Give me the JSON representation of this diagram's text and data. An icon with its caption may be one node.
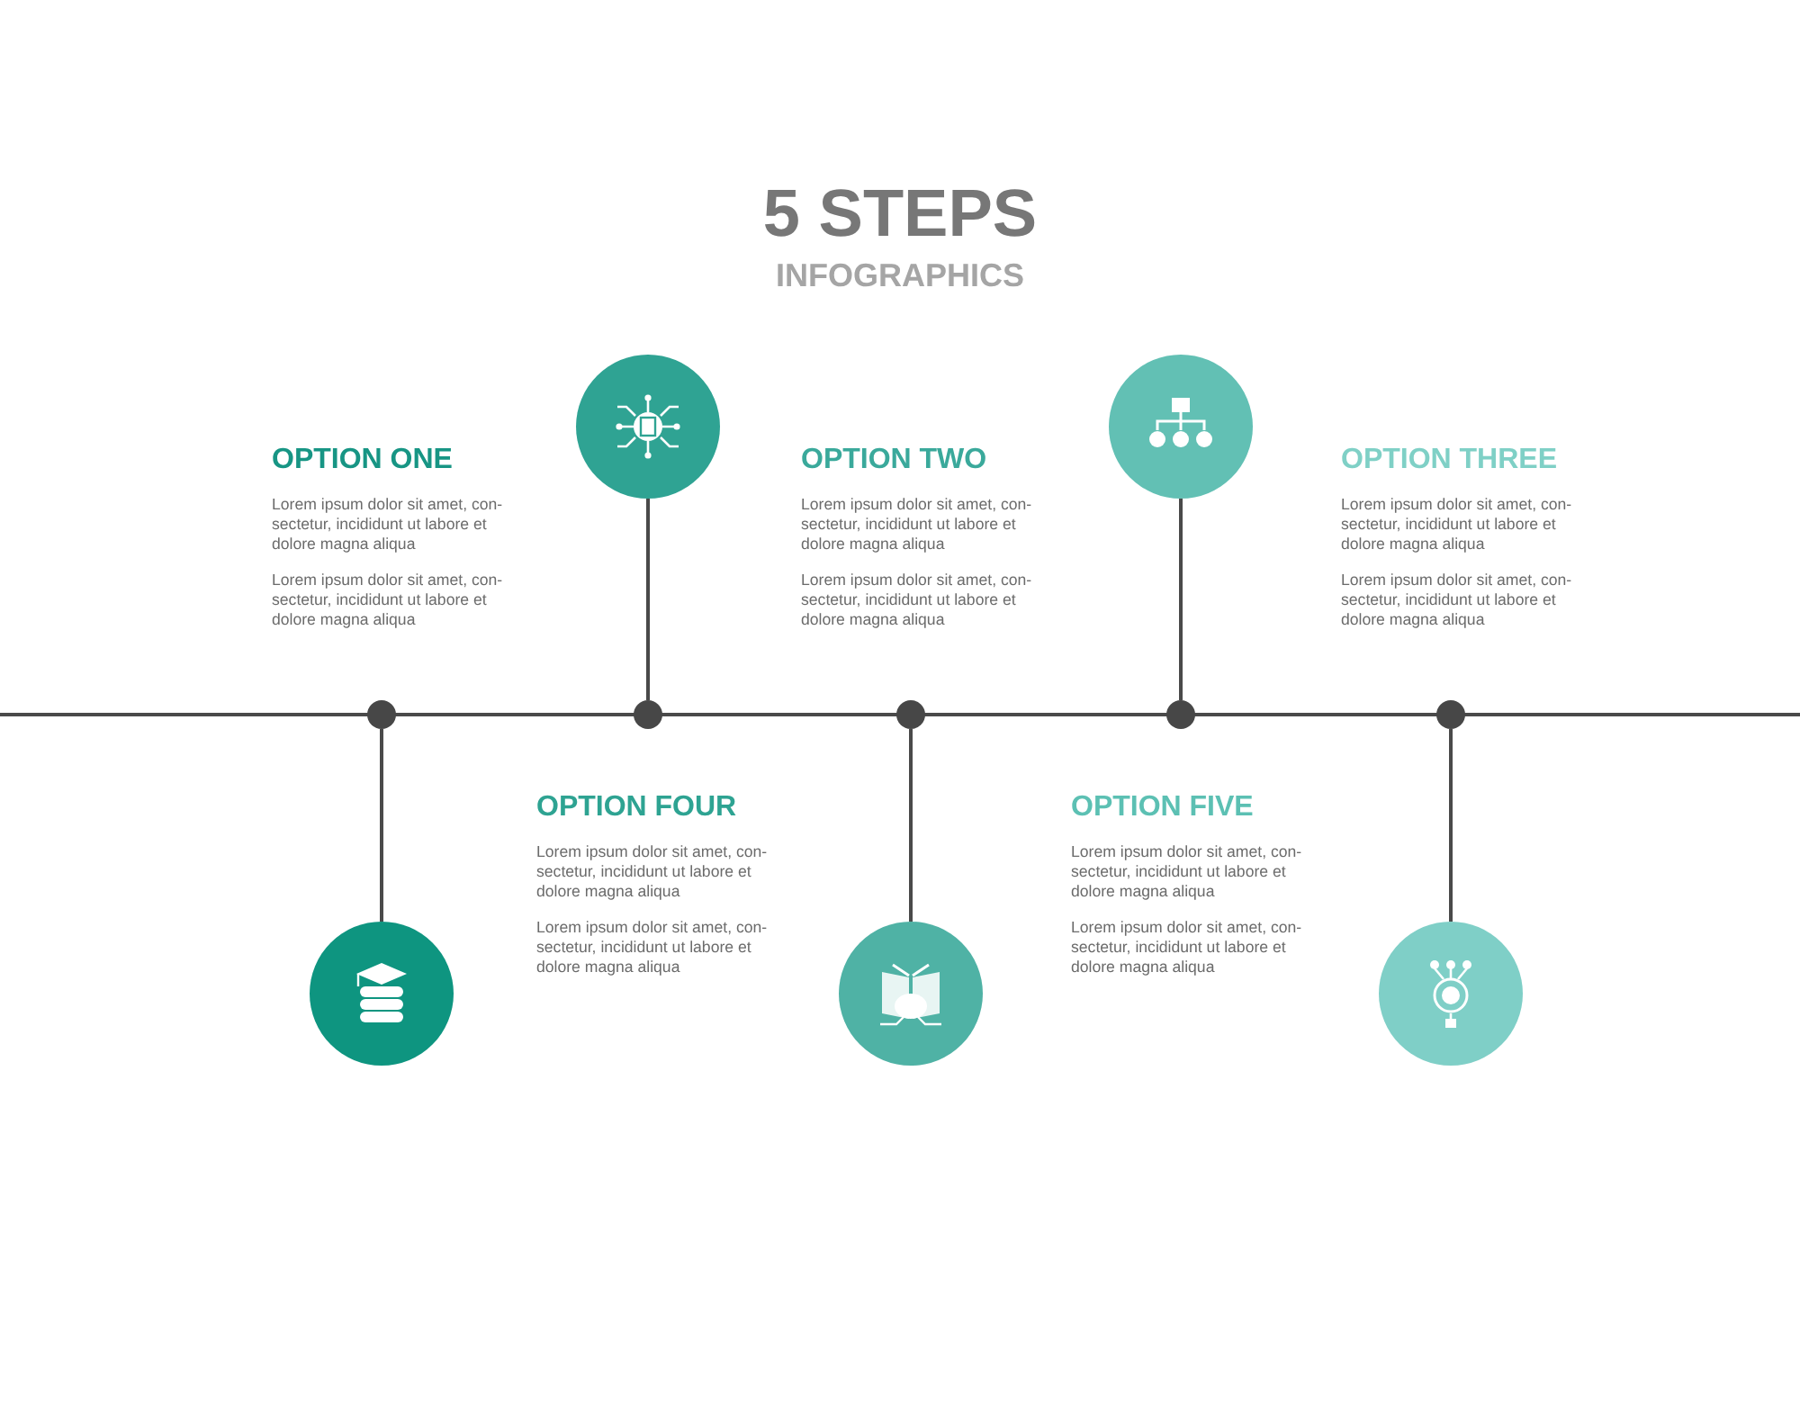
{
  "diagram": {
    "title": "5 STEPS",
    "nodes": [
      {
        "text": [],
        "shape": "circle"
      },
      {
        "text": [],
        "shape": "circle"
      },
      {
        "text": [],
        "shape": "circle"
      },
      {
        "text": [],
        "shape": "circle"
      },
      {
        "text": [],
        "shape": "circle"
      },
      {
        "text": [],
        "shape": "circle"
      },
      {
        "text": [],
        "shape": "circle"
      },
      {
        "text": [],
        "shape": "circle"
      },
      {
        "text": [],
        "shape": "circle"
      },
      {
        "text": [],
        "shape": "circle"
      }
    ],
    "edges": [
      {
        "from": 3,
        "to": 0,
        "arrow": "none"
      },
      {
        "from": 5,
        "to": 1,
        "arrow": "none"
      },
      {
        "from": 2,
        "to": 7,
        "arrow": "none"
      },
      {
        "from": 4,
        "to": 8,
        "arrow": "none"
      },
      {
        "from": 6,
        "to": 9,
        "arrow": "none"
      }
    ],
    "labels": [
      "INFOGRAPHICS",
      "OPTION ONE",
      "Lorem ipsum dolor sit amet, con- sectetur, incididunt ut labore et dolore magna aliqua",
      "Lorem ipsum dolor sit amet, con- sectetur, incididunt ut labore et dolore magna aliqua",
      "OPTION TWO",
      "Lorem ipsum dolor sit amet, con- sectetur, incididunt ut labore et dolore magna aliqua",
      "Lorem ipsum dolor sit amet, con- sectetur, incididunt ut labore et dolore magna aliqua",
      "OPTION THREE",
      "Lorem ipsum dolor sit amet, con- sectetur, incididunt ut labore et dolore magna aliqua",
      "Lorem ipsum dolor sit amet, con- sectetur, incididunt ut labore et dolore magna aliqua",
      "OPTION FOUR",
      "Lorem ipsum dolor sit amet, con- sectetur, incididunt ut labore et dolore magna aliqua",
      "Lorem ipsum dolor sit amet, con- sectetur, incididunt ut labore et dolore magna aliqua",
      "OPTION FIVE",
      "Lorem ipsum dolor sit amet, con- sectetur, incididunt ut labore et dolore magna aliqua",
      "Lorem ipsum dolor sit amet, con- sectetur, incididunt ut labore et dolore magna aliqua"
    ]
  }
}
